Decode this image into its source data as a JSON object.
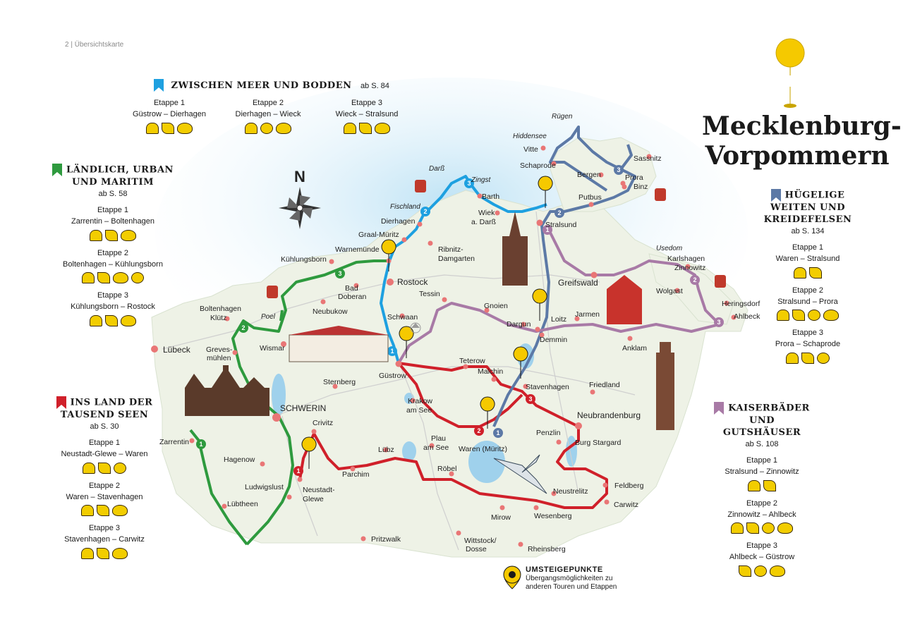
{
  "page_header": "2 | Übersichtskarte",
  "title": {
    "line1": "Mecklenburg-",
    "line2": "Vorpommern"
  },
  "compass_label": "N",
  "colors": {
    "blue": "#1ea0e0",
    "green": "#2e9a3e",
    "red": "#d0202a",
    "slate": "#5c79a6",
    "mauve": "#a87aa6",
    "pin": "#f5c900",
    "sea": "#cfe9f6",
    "land": "#eef3e8"
  },
  "legends": {
    "zwischen": {
      "heading": "ZWISCHEN MEER UND BODDEN",
      "ref": "ab S. 84",
      "stages": [
        {
          "label": "Etappe 1",
          "route": "Güstrow – Dierhagen",
          "icons": [
            "beach-icon",
            "leaf-icon",
            "mask-icon"
          ]
        },
        {
          "label": "Etappe 2",
          "route": "Dierhagen – Wieck",
          "icons": [
            "beach-icon",
            "food-icon",
            "mask-icon"
          ]
        },
        {
          "label": "Etappe 3",
          "route": "Wieck – Stralsund",
          "icons": [
            "beach-icon",
            "leaf-icon",
            "mask-icon"
          ]
        }
      ]
    },
    "laendlich": {
      "heading_line1": "LÄNDLICH, URBAN",
      "heading_line2": "UND MARITIM",
      "ref": "ab S. 58",
      "stages": [
        {
          "label": "Etappe 1",
          "route": "Zarrentin – Boltenhagen",
          "icons": [
            "beach-icon",
            "leaf-icon",
            "mask-icon"
          ]
        },
        {
          "label": "Etappe 2",
          "route": "Boltenhagen – Kühlungsborn",
          "icons": [
            "beach-icon",
            "leaf-icon",
            "mask-icon",
            "food-icon"
          ]
        },
        {
          "label": "Etappe 3",
          "route": "Kühlungsborn – Rostock",
          "icons": [
            "beach-icon",
            "leaf-icon",
            "mask-icon"
          ]
        }
      ]
    },
    "seen": {
      "heading_line1": "INS LAND DER",
      "heading_line2": "TAUSEND SEEN",
      "ref": "ab S. 30",
      "stages": [
        {
          "label": "Etappe 1",
          "route": "Neustadt-Glewe – Waren",
          "icons": [
            "beach-icon",
            "leaf-icon",
            "food-icon"
          ]
        },
        {
          "label": "Etappe 2",
          "route": "Waren – Stavenhagen",
          "icons": [
            "beach-icon",
            "leaf-icon",
            "mask-icon"
          ]
        },
        {
          "label": "Etappe 3",
          "route": "Stavenhagen – Carwitz",
          "icons": [
            "beach-icon",
            "leaf-icon",
            "mask-icon"
          ]
        }
      ]
    },
    "huegelig": {
      "heading_line1": "HÜGELIGE",
      "heading_line2": "WEITEN UND",
      "heading_line3": "KREIDEFELSEN",
      "ref": "ab S. 134",
      "stages": [
        {
          "label": "Etappe 1",
          "route": "Waren – Stralsund",
          "icons": [
            "beach-icon",
            "leaf-icon"
          ]
        },
        {
          "label": "Etappe 2",
          "route": "Stralsund – Prora",
          "icons": [
            "beach-icon",
            "leaf-icon",
            "food-icon",
            "mask-icon"
          ]
        },
        {
          "label": "Etappe 3",
          "route": "Prora – Schaprode",
          "icons": [
            "beach-icon",
            "leaf-icon",
            "food-icon"
          ]
        }
      ]
    },
    "kaiser": {
      "heading_line1": "KAISERBÄDER",
      "heading_line2": "UND",
      "heading_line3": "GUTSHÄUSER",
      "ref": "ab S. 108",
      "stages": [
        {
          "label": "Etappe 1",
          "route": "Stralsund – Zinnowitz",
          "icons": [
            "beach-icon",
            "leaf-icon"
          ]
        },
        {
          "label": "Etappe 2",
          "route": "Zinnowitz – Ahlbeck",
          "icons": [
            "beach-icon",
            "leaf-icon",
            "food-icon",
            "mask-icon"
          ]
        },
        {
          "label": "Etappe 3",
          "route": "Ahlbeck – Güstrow",
          "icons": [
            "leaf-icon",
            "food-icon",
            "mask-icon"
          ]
        }
      ]
    }
  },
  "umsteigepunkte": {
    "heading": "UMSTEIGEPUNKTE",
    "line1": "Übergangsmöglichkeiten zu",
    "line2": "anderen Touren und Etappen"
  },
  "places": {
    "ruegen": "Rügen",
    "hiddensee": "Hiddensee",
    "vitte": "Vitte",
    "schaprode": "Schaprode",
    "sassnitz": "Sassnitz",
    "bergen": "Bergen",
    "prora": "Prora",
    "binz": "Binz",
    "putbus": "Putbus",
    "stralsund": "Stralsund",
    "dars": "Darß",
    "zingst": "Zingst",
    "barth": "Barth",
    "wiek": "Wiek",
    "wiek2": "a. Darß",
    "fischland": "Fischland",
    "dierhagen": "Dierhagen",
    "graal": "Graal-Müritz",
    "ribnitz1": "Ribnitz-",
    "ribnitz2": "Damgarten",
    "warnemuende": "Warnemünde",
    "kuehlungsborn": "Kühlungsborn",
    "rostock": "Rostock",
    "tessin": "Tessin",
    "baddoberan1": "Bad",
    "baddoberan2": "Doberan",
    "neubukow": "Neubukow",
    "poel": "Poel",
    "boltenhagen": "Boltenhagen",
    "kluetz": "Klütz",
    "wismar": "Wismar",
    "luebeck": "Lübeck",
    "greves1": "Greves-",
    "greves2": "mühlen",
    "schwaan": "Schwaan",
    "guestrow": "Güstrow",
    "gnoien": "Gnoien",
    "dargun": "Dargun",
    "loitz": "Loitz",
    "demmin": "Demmin",
    "jarmen": "Jarmen",
    "greifswald": "Greifswald",
    "wolgast": "Wolgast",
    "usedom": "Usedom",
    "karlshagen": "Karlshagen",
    "zinnowitz": "Zinnowitz",
    "heringsdorf": "Heringsdorf",
    "ahlbeck": "Ahlbeck",
    "anklam": "Anklam",
    "teterow": "Teterow",
    "malchin": "Malchin",
    "stavenhagen": "Stavenhagen",
    "friedland": "Friedland",
    "neubrandenburg": "Neubrandenburg",
    "burgstargard": "Burg Stargard",
    "penzlin": "Penzlin",
    "sternberg": "Sternberg",
    "schwerin": "SCHWERIN",
    "crivitz": "Crivitz",
    "krakow1": "Krakow",
    "krakow2": "am See",
    "zarrentin": "Zarrentin",
    "hagenow": "Hagenow",
    "luebz": "Lübz",
    "plau1": "Plau",
    "plau2": "am See",
    "waren": "Waren (Müritz)",
    "roebel": "Röbel",
    "parchim": "Parchim",
    "ludwigslust": "Ludwigslust",
    "neustadt1": "Neustadt-",
    "neustadt2": "Glewe",
    "luebtheen": "Lübtheen",
    "mirow": "Mirow",
    "wesenberg": "Wesenberg",
    "neustrelitz": "Neustrelitz",
    "feldberg": "Feldberg",
    "carwitz": "Carwitz",
    "pritzwalk": "Pritzwalk",
    "wittstock1": "Wittstock/",
    "wittstock2": "Dosse",
    "rheinsberg": "Rheinsberg"
  }
}
